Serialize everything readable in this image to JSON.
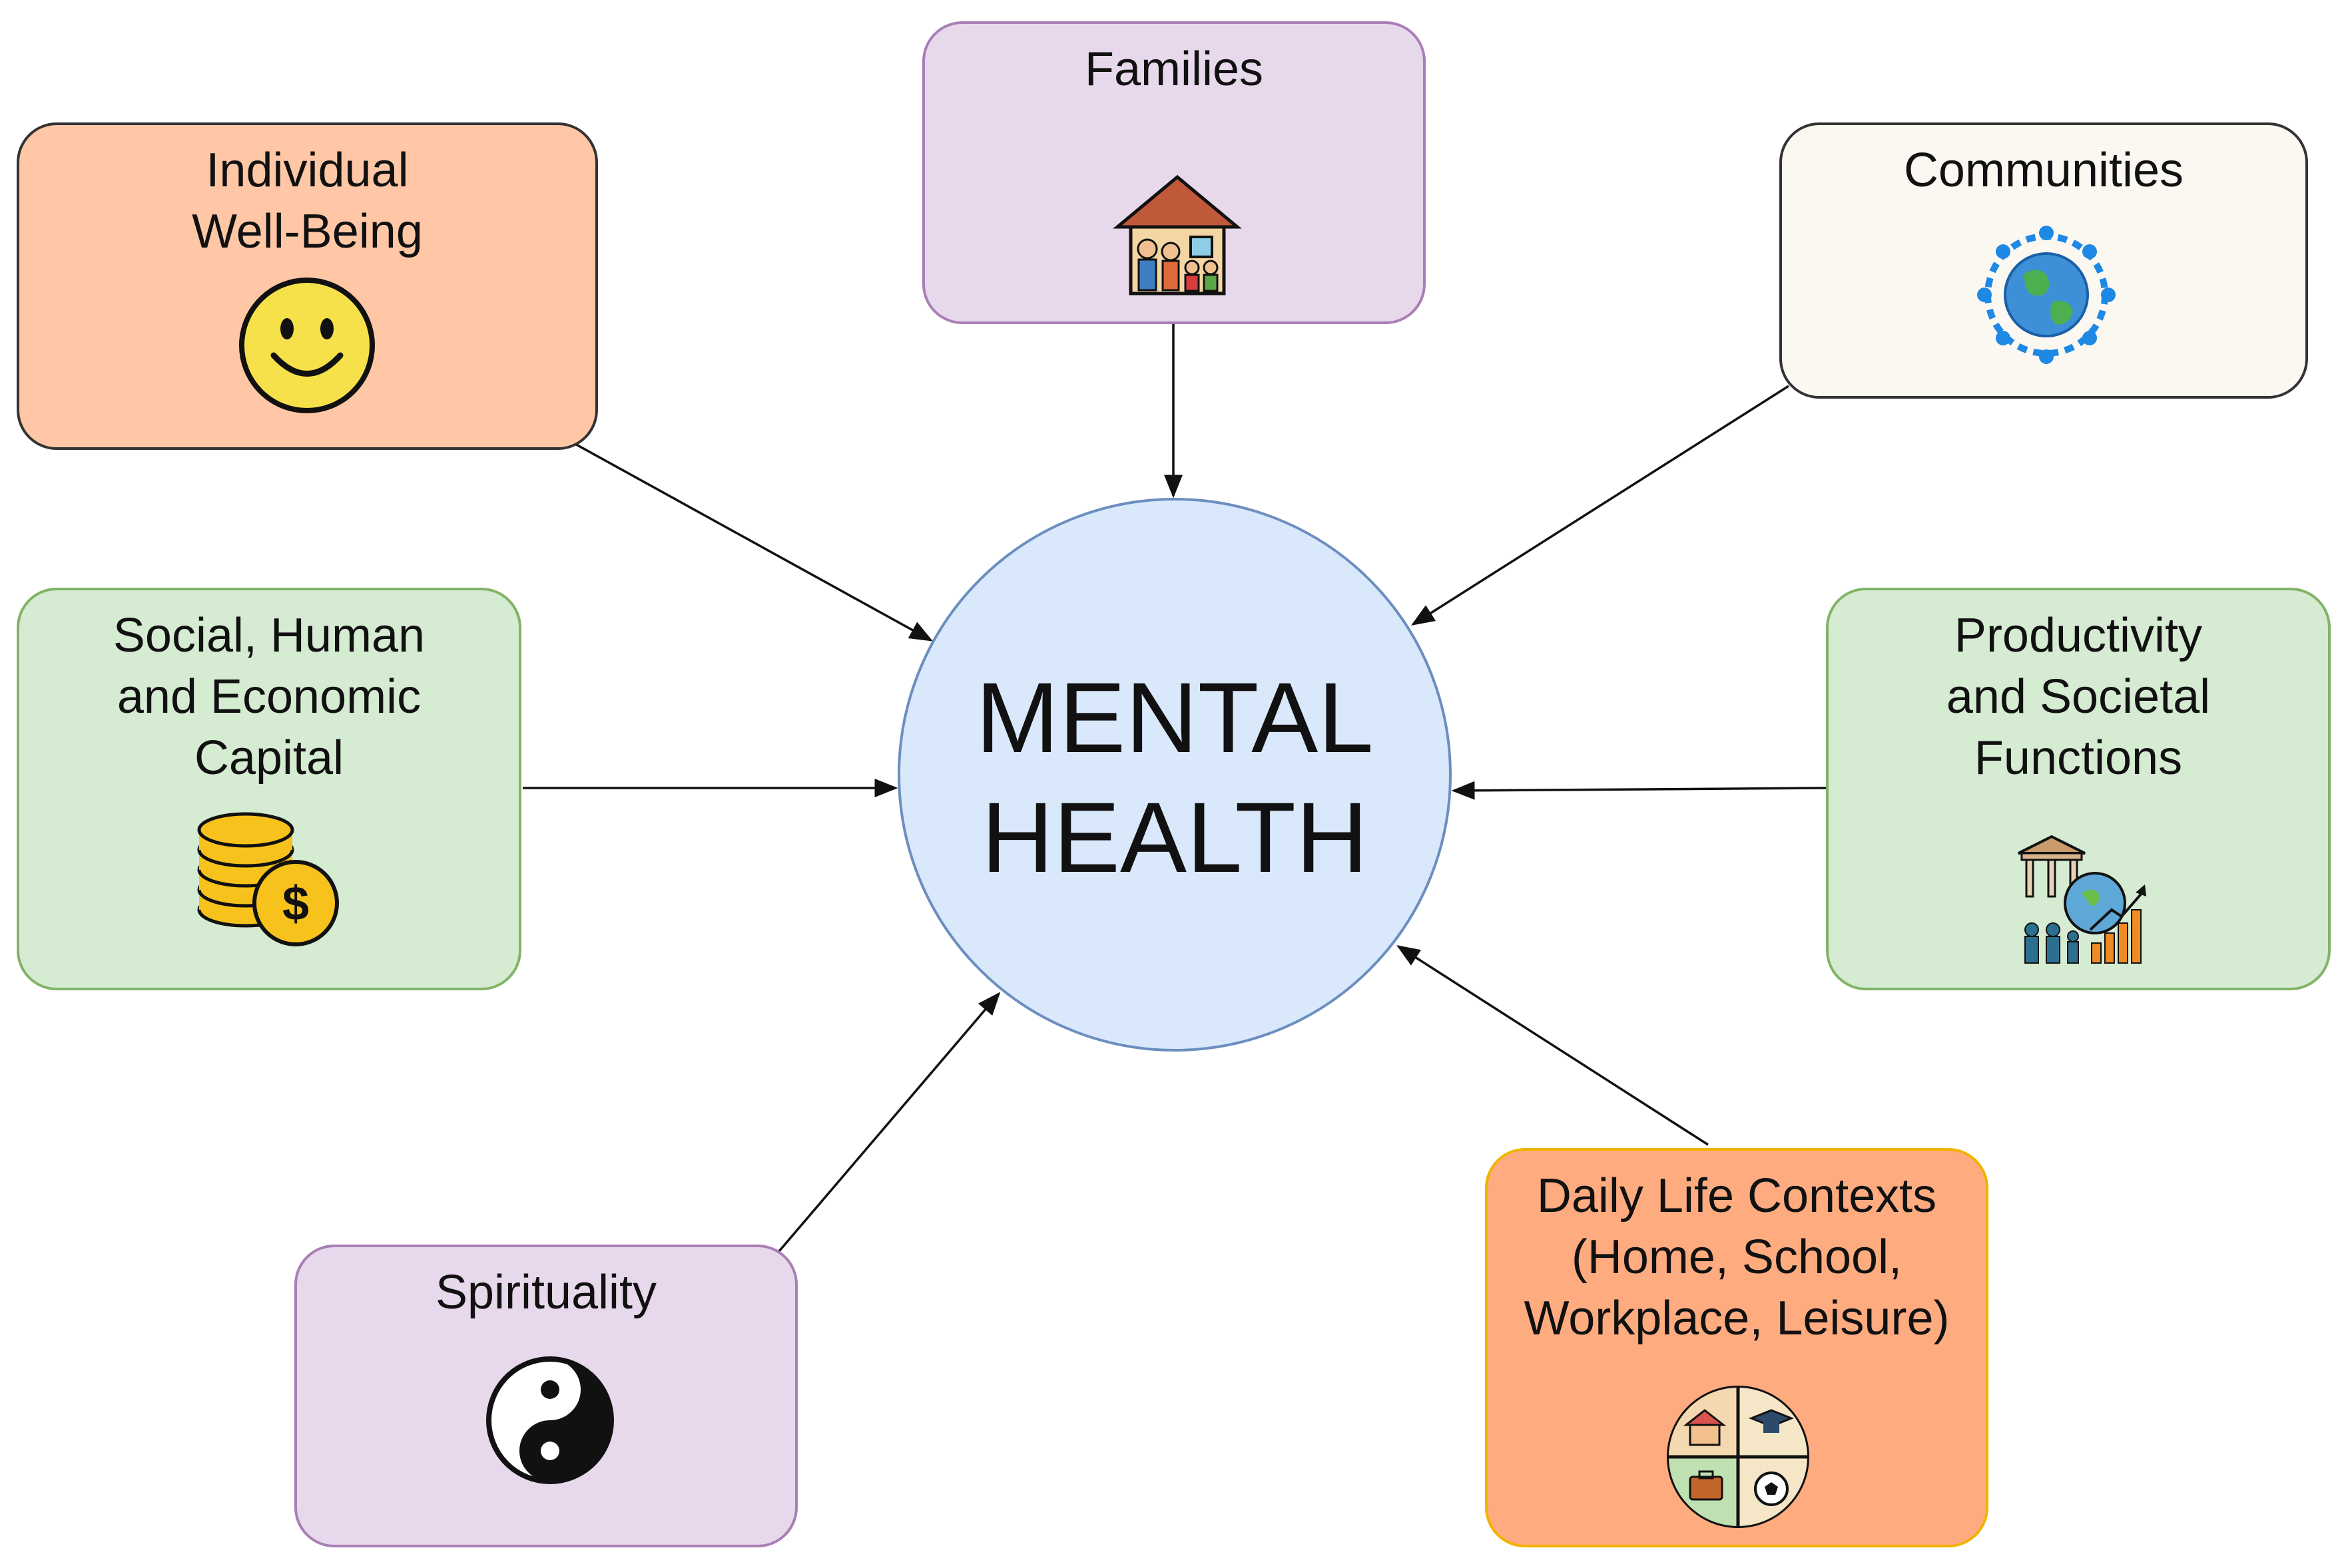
{
  "center": {
    "label": "MENTAL\nHEALTH",
    "fill": "#dae8fc",
    "stroke": "#6c8ebf"
  },
  "nodes": {
    "individual": {
      "label": "Individual\nWell-Being",
      "fill": "#ffc7a6",
      "stroke": "#333333",
      "icon": "smiley-face-icon"
    },
    "families": {
      "label": "Families",
      "fill": "#e8d8ec",
      "stroke": "#a87fb5",
      "icon": "family-house-icon"
    },
    "communities": {
      "label": "Communities",
      "fill": "#fbf8f2",
      "stroke": "#333333",
      "icon": "people-around-globe-icon"
    },
    "capital": {
      "label": "Social, Human\nand Economic\nCapital",
      "fill": "#d5ebd2",
      "stroke": "#82b366",
      "icon": "coins-dollar-icon"
    },
    "productivity": {
      "label": "Productivity\nand Societal\nFunctions",
      "fill": "#d5ebd2",
      "stroke": "#82b366",
      "icon": "institution-growth-icon"
    },
    "spirituality": {
      "label": "Spirituality",
      "fill": "#e8d8ec",
      "stroke": "#a87fb5",
      "icon": "yin-yang-icon"
    },
    "daily": {
      "label": "Daily Life Contexts\n(Home, School,\nWorkplace, Leisure)",
      "fill": "#ffab80",
      "stroke": "#f0b400",
      "icon": "life-contexts-icon"
    }
  }
}
